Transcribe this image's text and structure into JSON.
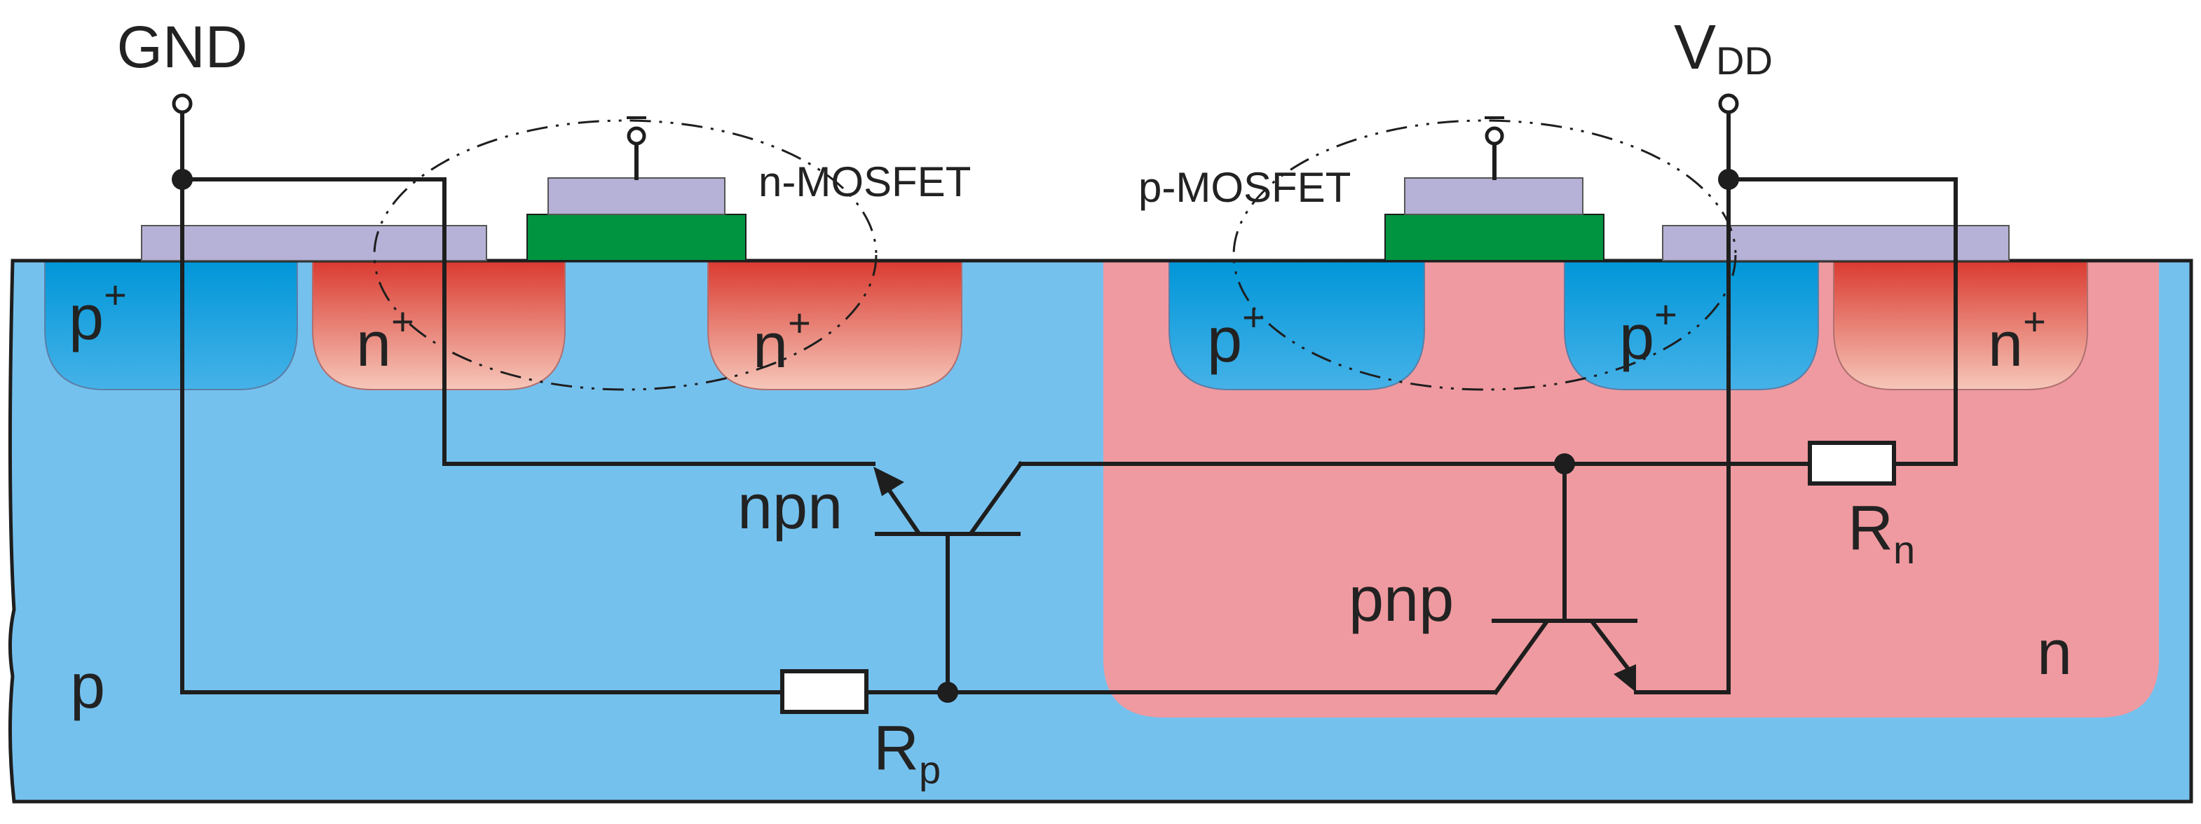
{
  "terminals": {
    "gnd": {
      "main": "GND",
      "sub": ""
    },
    "vdd": {
      "main": "V",
      "sub": "DD"
    }
  },
  "regions": {
    "substrate": "p",
    "nwell": "n",
    "diffusions": [
      {
        "main": "p",
        "sup": "+"
      },
      {
        "main": "n",
        "sup": "+"
      },
      {
        "main": "n",
        "sup": "+"
      },
      {
        "main": "p",
        "sup": "+"
      },
      {
        "main": "p",
        "sup": "+"
      },
      {
        "main": "n",
        "sup": "+"
      }
    ]
  },
  "devices": {
    "nmos": "n-MOSFET",
    "pmos": "p-MOSFET",
    "npn": "npn",
    "pnp": "pnp"
  },
  "resistors": {
    "rp": {
      "main": "R",
      "sub": "p"
    },
    "rn": {
      "main": "R",
      "sub": "n"
    }
  },
  "colors": {
    "p_substrate": "#75c1ee",
    "n_well": "#ef9aa0",
    "p_plus_top": "#0096d8",
    "p_plus_bottom": "#46b2e8",
    "n_plus_top": "#da3a30",
    "n_plus_bottom": "#f6c7ba",
    "contact": "#b6b1d6",
    "gate": "#009440",
    "wire": "#1e1e1e"
  }
}
